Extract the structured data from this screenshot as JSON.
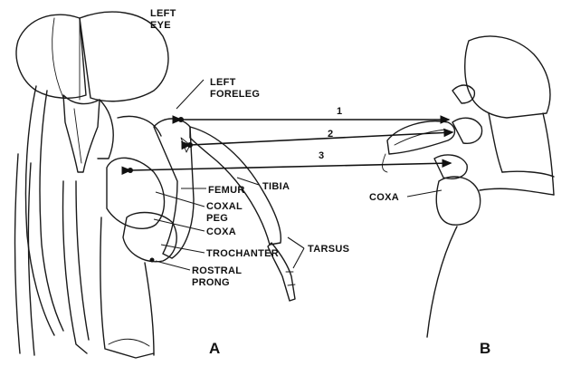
{
  "labels": {
    "left_eye_1": "LEFT",
    "left_eye_2": "EYE",
    "left_foreleg_1": "LEFT",
    "left_foreleg_2": "FORELEG",
    "arrow_1": "1",
    "arrow_2": "2",
    "arrow_3": "3",
    "femur": "FEMUR",
    "tibia": "TIBIA",
    "coxal_peg_1": "COXAL",
    "coxal_peg_2": "PEG",
    "coxa_a": "COXA",
    "trochanter": "TROCHANTER",
    "tarsus": "TARSUS",
    "rostral_prong_1": "ROSTRAL",
    "rostral_prong_2": "PRONG",
    "coxa_b": "COXA",
    "panel_a": "A",
    "panel_b": "B"
  }
}
